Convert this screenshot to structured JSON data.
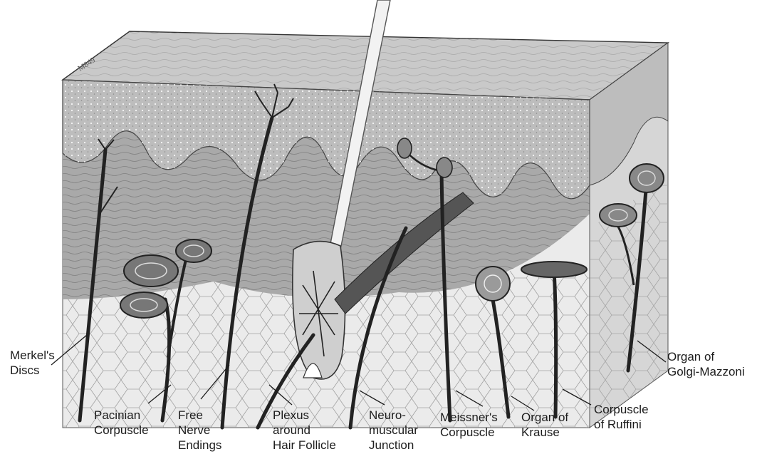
{
  "signature": "M849",
  "labels": {
    "merkel": [
      "Merkel's",
      "Discs"
    ],
    "pacinian": [
      "Pacinian",
      "Corpuscle"
    ],
    "free_nerve": [
      "Free",
      "Nerve",
      "Endings"
    ],
    "plexus": [
      "Plexus",
      "around",
      "Hair Follicle"
    ],
    "neuromuscular": [
      "Neuro-",
      "muscular",
      "Junction"
    ],
    "meissner": [
      "Meissner's",
      "Corpuscle"
    ],
    "krause": [
      "Organ of",
      "Krause"
    ],
    "ruffini": [
      "Corpuscle",
      "of Ruffini"
    ],
    "golgi": [
      "Organ of",
      "Golgi-Mazzoni"
    ]
  },
  "colors": {
    "ink": "#1c1c1c",
    "surface": "#c9c9c9",
    "epidermis": "#bdbdbd",
    "dermis": "#a9a9a9",
    "hypodermis": "#ebebeb",
    "hair": "#f2f2f2"
  }
}
